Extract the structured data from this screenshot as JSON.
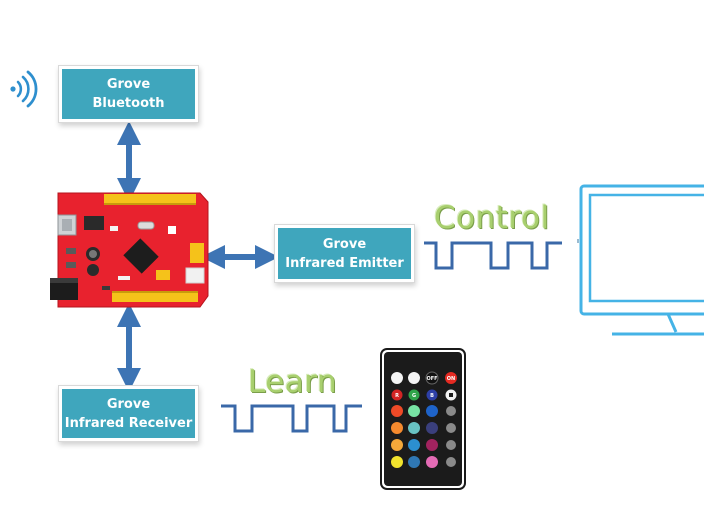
{
  "modules": {
    "bluetooth": {
      "line1": "Grove",
      "line2": "Bluetooth"
    },
    "emitter": {
      "line1": "Grove",
      "line2": "Infrared Emitter"
    },
    "receiver": {
      "line1": "Grove",
      "line2": "Infrared Receiver"
    }
  },
  "signals": {
    "control": "Control",
    "learn": "Learn"
  },
  "remote": {
    "top_buttons": [
      "",
      "",
      "OFF",
      "ON"
    ],
    "row2_labels": [
      "R",
      "G",
      "B",
      ""
    ]
  },
  "colors": {
    "module_fill": "#3fa6bd",
    "arrow": "#3d74b4",
    "wave": "#3a68a8",
    "board": "#e8222e",
    "header": "#f5c21a",
    "tv_outline": "#45b3e6",
    "signal_text": "#a8cf6e"
  },
  "icons": [
    "wireless-signal-icon",
    "red-arduino-board",
    "tv-monitor-icon",
    "ir-remote-control"
  ]
}
